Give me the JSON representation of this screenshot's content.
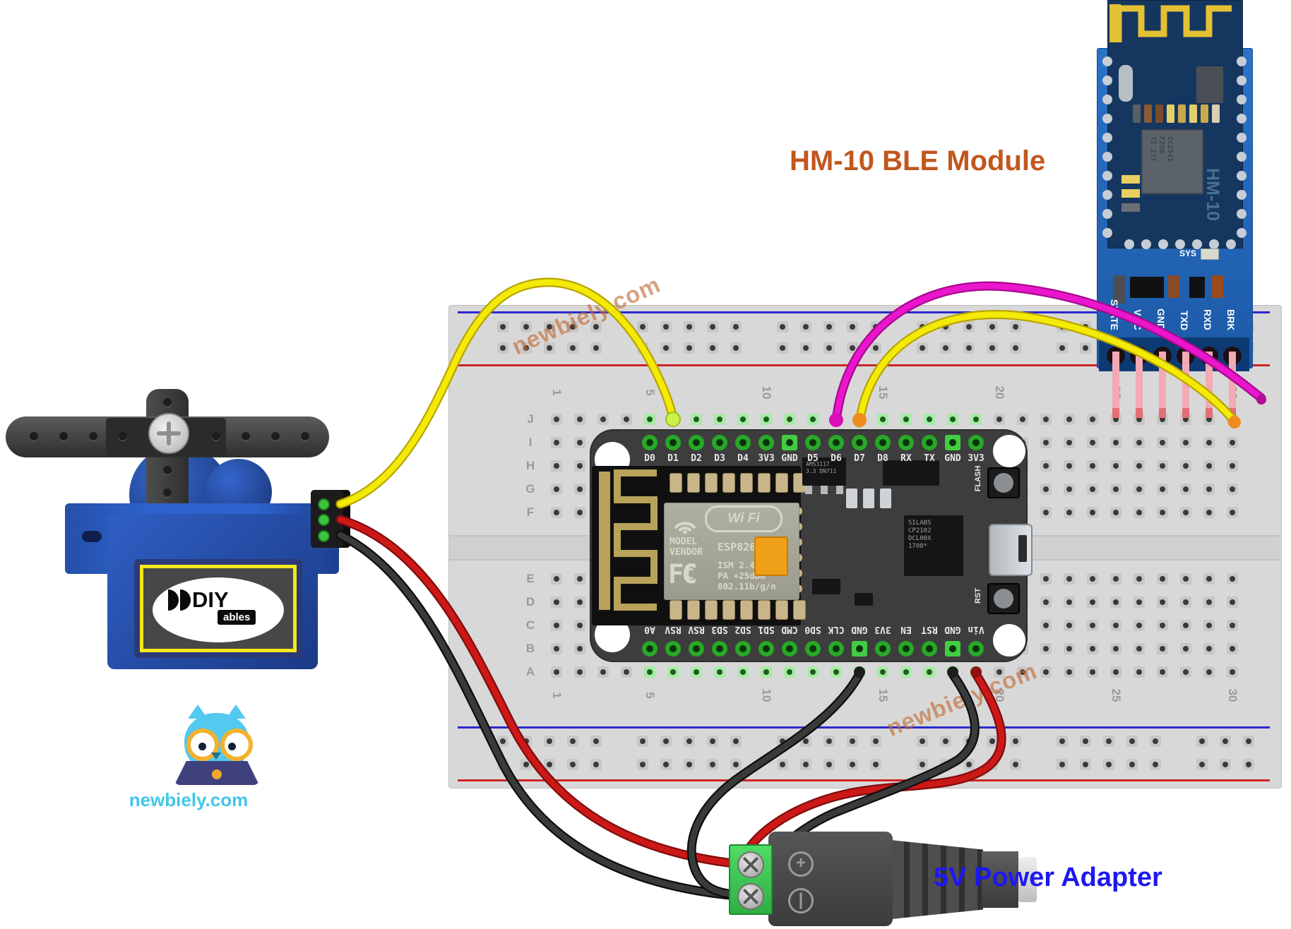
{
  "titles": {
    "hm10_title": "HM-10 BLE Module",
    "power_title": "5V Power Adapter"
  },
  "watermark": {
    "text": "newbiely.com"
  },
  "logo": {
    "text": "newbiely.com"
  },
  "servo": {
    "brand": "DIY",
    "brand_sub": "ables"
  },
  "breadboard": {
    "row_letters": [
      "J",
      "I",
      "H",
      "G",
      "F",
      "E",
      "D",
      "C",
      "B",
      "A"
    ],
    "column_numbers": [
      "1",
      "5",
      "10",
      "15",
      "20",
      "25",
      "30"
    ]
  },
  "nodemcu": {
    "top_pins": [
      "D0",
      "D1",
      "D2",
      "D3",
      "D4",
      "3V3",
      "GND",
      "D5",
      "D6",
      "D7",
      "D8",
      "RX",
      "TX",
      "GND",
      "3V3"
    ],
    "bottom_pins": [
      "A0",
      "RSV",
      "RSV",
      "SD3",
      "SD2",
      "SD1",
      "CMD",
      "SD0",
      "CLK",
      "GND",
      "3V3",
      "EN",
      "RST",
      "GND",
      "Vin"
    ],
    "esp": {
      "wifi_badge": "Wi Fi",
      "model_line1": "MODEL",
      "model_line2": "VENDOR",
      "module_name": "ESP8266MOD",
      "fcc": "FC",
      "fcc_inner": "C",
      "specs": [
        "ISM 2.4GHz",
        "PA  +25dBm",
        "802.11b/g/n"
      ]
    },
    "regulator_lines": [
      "AMS1117",
      "3.3  DN711"
    ],
    "usb_chip_lines": [
      "SILABS",
      "CP2102",
      "DCL00X",
      "1708*"
    ],
    "flash_button": "FLASH",
    "reset_button": "RST"
  },
  "hm10": {
    "pins": [
      "STATE",
      "VCC",
      "GND",
      "TXD",
      "RXD",
      "BRK"
    ],
    "sys_label": "SYS",
    "chip_lines": [
      "CC2541",
      "F256",
      "TI 27I"
    ],
    "module_name": "HM-10"
  },
  "colors": {
    "title_orange": "#c2571d",
    "title_blue": "#1d18f0",
    "logo_cyan": "#41c7e8",
    "watermark": "#c06a32",
    "wire_yellow": "#f4ea08",
    "wire_magenta": "#ea16cc",
    "wire_red": "#cd1818",
    "wire_black": "#3a3a3a",
    "orange_tip": "#ef8c1e",
    "highlight_green": "#a6eba6"
  }
}
